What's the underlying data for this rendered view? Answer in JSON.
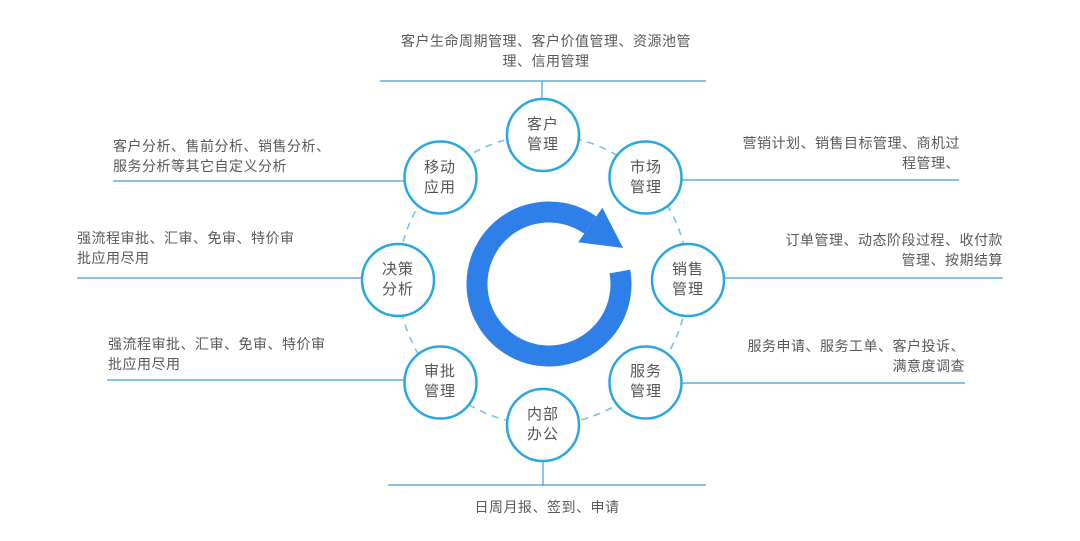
{
  "diagram": {
    "type": "circular-feature-diagram",
    "colors": {
      "node_stroke": "#2aa7e1",
      "node_fill": "#ffffff",
      "center_arrow": "#2e7fe8",
      "connector_line": "#3b9fd8",
      "dashed_ring": "#74c3ea",
      "text": "#595959"
    },
    "center": {
      "icon": "cycle-arrow-icon"
    },
    "nodes": [
      {
        "id": "customer-management",
        "label": "客户\n管理"
      },
      {
        "id": "market-management",
        "label": "市场\n管理"
      },
      {
        "id": "sales-management",
        "label": "销售\n管理"
      },
      {
        "id": "service-management",
        "label": "服务\n管理"
      },
      {
        "id": "internal-office",
        "label": "内部\n办公"
      },
      {
        "id": "approval-management",
        "label": "审批\n管理"
      },
      {
        "id": "decision-analysis",
        "label": "决策\n分析"
      },
      {
        "id": "mobile-app",
        "label": "移动\n应用"
      }
    ],
    "callouts": [
      {
        "position": "top",
        "text": "客户生命周期管理、客户价值管理、资源池管\n理、信用管理"
      },
      {
        "position": "top-right",
        "text": "营销计划、销售目标管理、商机过\n程管理、"
      },
      {
        "position": "right",
        "text": "订单管理、动态阶段过程、收付款\n管理、按期结算"
      },
      {
        "position": "bottom-right",
        "text": "服务申请、服务工单、客户投诉、\n满意度调查"
      },
      {
        "position": "bottom",
        "text": "日周月报、签到、申请"
      },
      {
        "position": "bottom-left",
        "text": "强流程审批、汇审、免审、特价审\n批应用尽用"
      },
      {
        "position": "left",
        "text": "强流程审批、汇审、免审、特价审\n批应用尽用"
      },
      {
        "position": "top-left",
        "text": "客户分析、售前分析、销售分析、\n服务分析等其它自定义分析"
      }
    ]
  }
}
